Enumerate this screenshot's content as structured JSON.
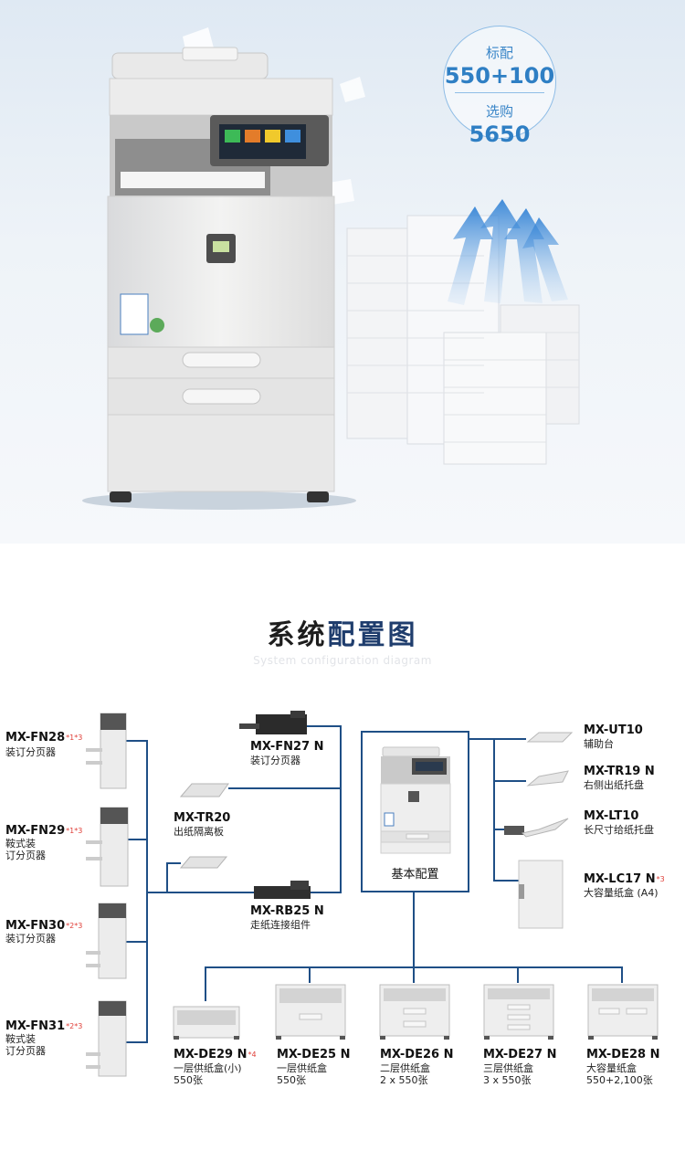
{
  "hero": {
    "standard_label": "标配",
    "standard_value": "550+100",
    "optional_label": "选购",
    "optional_value": "5650"
  },
  "section": {
    "title_part1": "系统",
    "title_part2": "配置图",
    "subtitle": "System configuration diagram"
  },
  "finishers": [
    {
      "model": "MX-FN28",
      "note": "*1*3",
      "desc": [
        "装订分页器"
      ]
    },
    {
      "model": "MX-FN29",
      "note": "*1*3",
      "desc": [
        "鞍式装",
        "订分页器"
      ]
    },
    {
      "model": "MX-FN30",
      "note": "*2*3",
      "desc": [
        "装订分页器"
      ]
    },
    {
      "model": "MX-FN31",
      "note": "*2*3",
      "desc": [
        "鞍式装",
        "订分页器"
      ]
    }
  ],
  "center_items": [
    {
      "model": "MX-FN27 N",
      "desc": "装订分页器"
    },
    {
      "model": "MX-TR20",
      "desc": "出纸隔离板"
    },
    {
      "model": "MX-RB25 N",
      "desc": "走纸连接组件"
    }
  ],
  "basic": {
    "label": "基本配置"
  },
  "right_items": [
    {
      "model": "MX-UT10",
      "note": "",
      "desc": "辅助台"
    },
    {
      "model": "MX-TR19 N",
      "note": "",
      "desc": "右侧出纸托盘"
    },
    {
      "model": "MX-LT10",
      "note": "",
      "desc": "长尺寸给纸托盘"
    },
    {
      "model": "MX-LC17 N",
      "note": "*3",
      "desc": "大容量纸盒 (A4)"
    }
  ],
  "bottom_items": [
    {
      "model": "MX-DE29 N",
      "note": "*4",
      "desc": "一层供纸盒(小)",
      "cap": "550张"
    },
    {
      "model": "MX-DE25 N",
      "note": "",
      "desc": "一层供纸盒",
      "cap": "550张"
    },
    {
      "model": "MX-DE26 N",
      "note": "",
      "desc": "二层供纸盒",
      "cap": "2 x 550张"
    },
    {
      "model": "MX-DE27 N",
      "note": "",
      "desc": "三层供纸盒",
      "cap": "3 x 550张"
    },
    {
      "model": "MX-DE28 N",
      "note": "",
      "desc": "大容量纸盒",
      "cap": "550+2,100张"
    }
  ]
}
